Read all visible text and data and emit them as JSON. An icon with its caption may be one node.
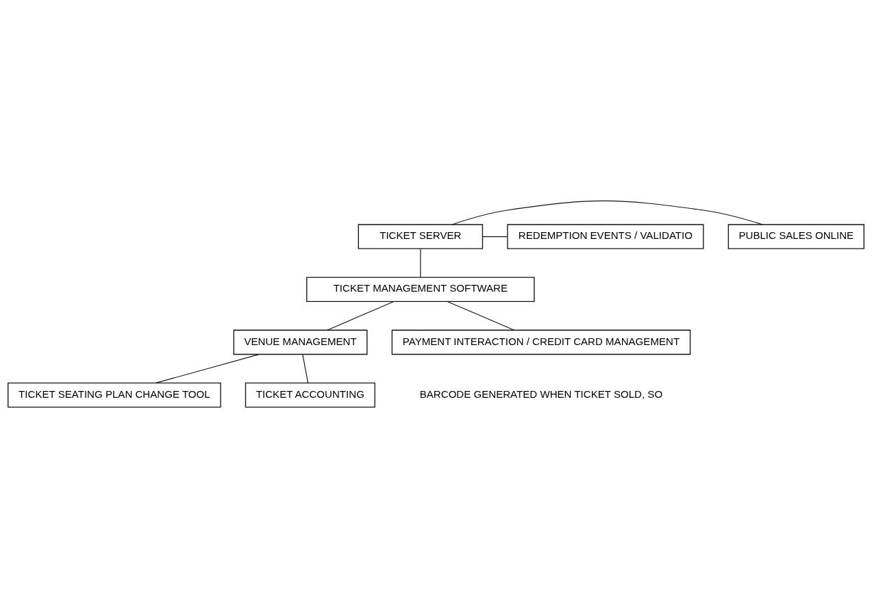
{
  "diagram": {
    "nodes": [
      {
        "text": [
          "TICKET SERVER"
        ]
      },
      {
        "text": [
          "PUBLIC SALES ONLINE"
        ]
      },
      {
        "text": [
          "REDEMPTION EVENTS / VALIDATIO"
        ]
      },
      {
        "text": [
          "TICKET MANAGEMENT SOFTWARE"
        ]
      },
      {
        "text": [
          "VENUE MANAGEMENT"
        ]
      },
      {
        "text": [
          "PAYMENT INTERACTION / CREDIT CARD MANAGEMENT"
        ]
      },
      {
        "text": [
          "TICKET SEATING PLAN CHANGE TOOL"
        ]
      },
      {
        "text": [
          "TICKET ACCOUNTING"
        ]
      }
    ],
    "edges": [
      {
        "from": 0,
        "to": 1,
        "arrow": "none"
      },
      {
        "from": 0,
        "to": 2,
        "arrow": "none"
      },
      {
        "from": 0,
        "to": 3,
        "arrow": "none"
      },
      {
        "from": 3,
        "to": 4,
        "arrow": "none"
      },
      {
        "from": 3,
        "to": 5,
        "arrow": "none"
      },
      {
        "from": 4,
        "to": 6,
        "arrow": "none"
      },
      {
        "from": 4,
        "to": 7,
        "arrow": "none"
      }
    ],
    "labels": [
      "BARCODE GENERATED WHEN TICKET SOLD, SO"
    ]
  }
}
